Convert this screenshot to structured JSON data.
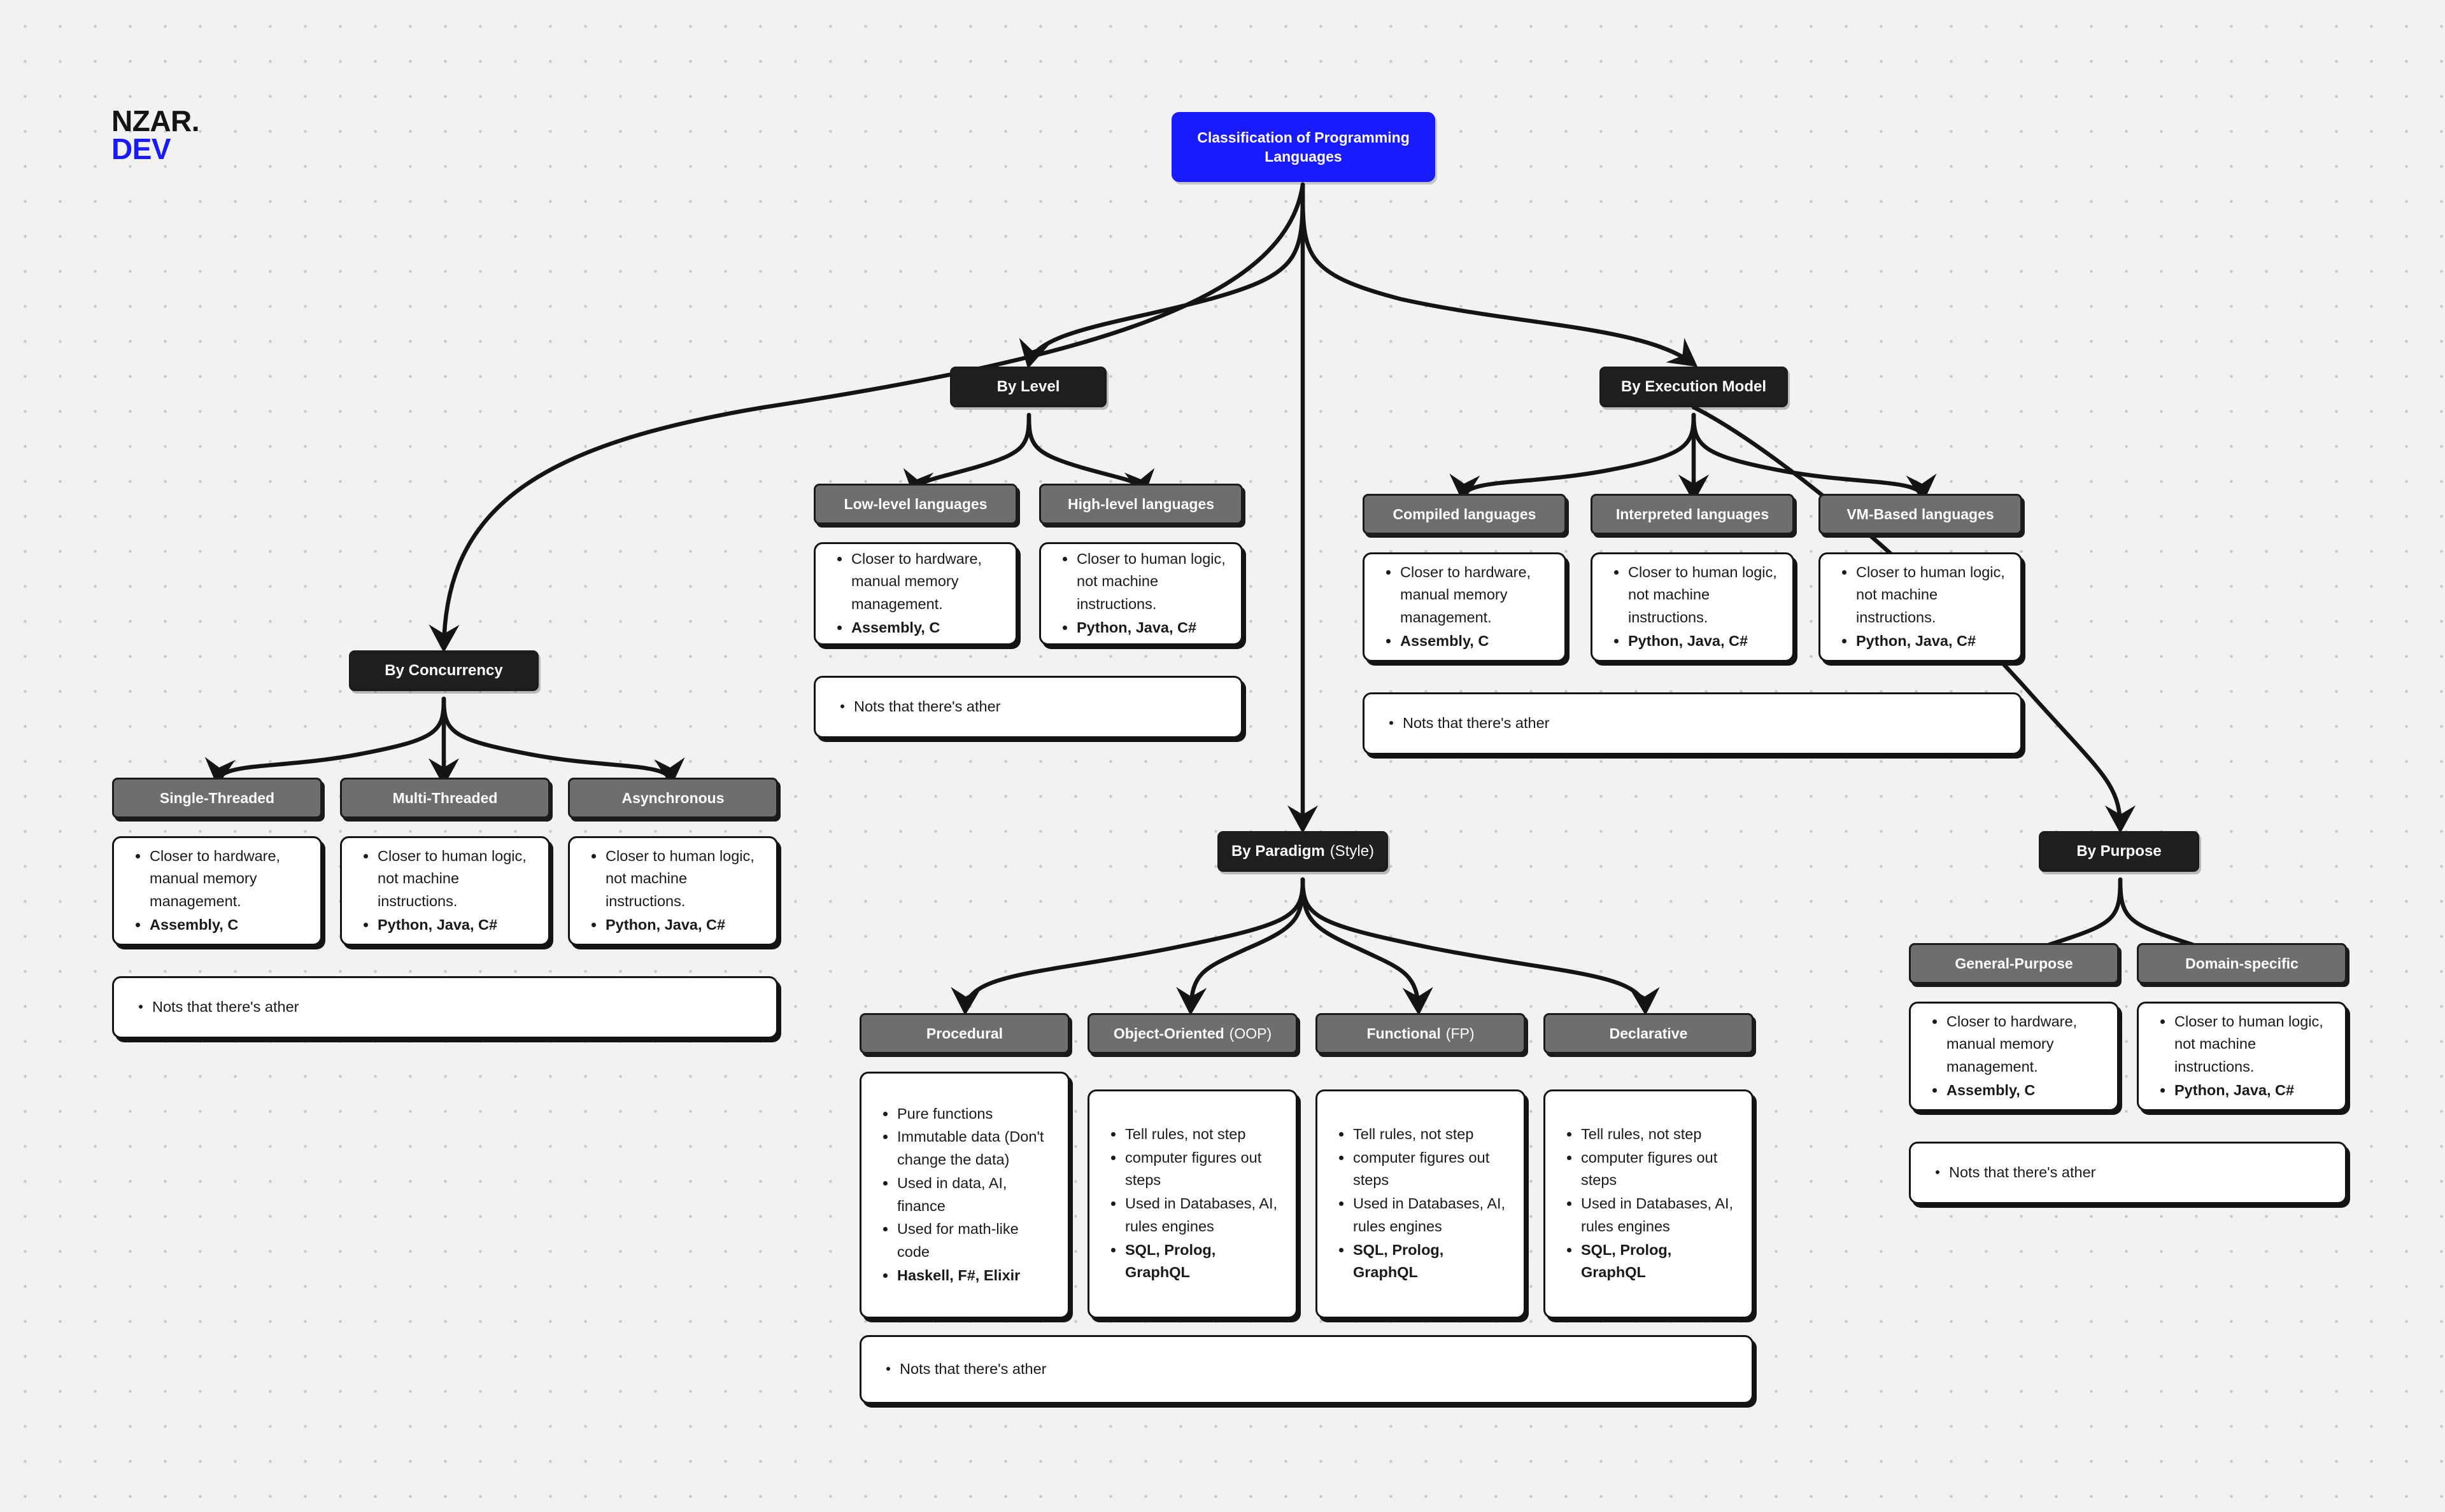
{
  "logo": {
    "line1": "NZAR.",
    "line2": "DEV",
    "accent": "#1a1aff"
  },
  "theme": {
    "background": "#f2f2f2",
    "root_color": "#1a1aff",
    "category_color": "#1f1f1f",
    "sub_color": "#6e6e6e",
    "card_border": "#141414",
    "dot_grid": "#c9c9c9"
  },
  "diagram": {
    "type": "tree",
    "root": {
      "label": "Classification of Programming Languages"
    },
    "branches": [
      {
        "id": "by-concurrency",
        "label": "By Concurrency",
        "children": [
          {
            "label": "Single-Threaded",
            "details": [
              {
                "text": "Closer to hardware, manual memory management.",
                "bold": false
              },
              {
                "text": "Assembly, C",
                "bold": true
              }
            ]
          },
          {
            "label": "Multi-Threaded",
            "details": [
              {
                "text": "Closer to human logic, not machine instructions.",
                "bold": false
              },
              {
                "text": "Python, Java, C#",
                "bold": true
              }
            ]
          },
          {
            "label": "Asynchronous",
            "details": [
              {
                "text": "Closer to human logic, not machine instructions.",
                "bold": false
              },
              {
                "text": "Python, Java, C#",
                "bold": true
              }
            ]
          }
        ],
        "note": "Nots that there's ather"
      },
      {
        "id": "by-level",
        "label": "By Level",
        "children": [
          {
            "label": "Low-level languages",
            "details": [
              {
                "text": "Closer to hardware, manual memory management.",
                "bold": false
              },
              {
                "text": "Assembly, C",
                "bold": true
              }
            ]
          },
          {
            "label": "High-level languages",
            "details": [
              {
                "text": "Closer to human logic, not machine instructions.",
                "bold": false
              },
              {
                "text": "Python, Java, C#",
                "bold": true
              }
            ]
          }
        ],
        "note": "Nots that there's ather"
      },
      {
        "id": "by-execution-model",
        "label": "By Execution Model",
        "children": [
          {
            "label": "Compiled languages",
            "details": [
              {
                "text": "Closer to hardware, manual memory management.",
                "bold": false
              },
              {
                "text": "Assembly, C",
                "bold": true
              }
            ]
          },
          {
            "label": "Interpreted languages",
            "details": [
              {
                "text": "Closer to human logic, not machine instructions.",
                "bold": false
              },
              {
                "text": "Python, Java, C#",
                "bold": true
              }
            ]
          },
          {
            "label": "VM-Based languages",
            "details": [
              {
                "text": "Closer to human logic, not machine instructions.",
                "bold": false
              },
              {
                "text": "Python, Java, C#",
                "bold": true
              }
            ]
          }
        ],
        "note": "Nots that there's ather"
      },
      {
        "id": "by-paradigm",
        "label": "By Paradigm",
        "label_soft": "(Style)",
        "children": [
          {
            "label": "Procedural",
            "details": [
              {
                "text": "Pure functions",
                "bold": false
              },
              {
                "text": "Immutable data (Don't change the data)",
                "bold": false
              },
              {
                "text": "Used in data, AI, finance",
                "bold": false
              },
              {
                "text": "Used for math-like code",
                "bold": false
              },
              {
                "text": "Haskell, F#, Elixir",
                "bold": true
              }
            ]
          },
          {
            "label": "Object-Oriented",
            "label_soft": "(OOP)",
            "details": [
              {
                "text": "Tell rules, not step",
                "bold": false
              },
              {
                "text": "computer figures out steps",
                "bold": false
              },
              {
                "text": "Used in Databases, AI, rules engines",
                "bold": false
              },
              {
                "text": "SQL, Prolog, GraphQL",
                "bold": true
              }
            ]
          },
          {
            "label": "Functional",
            "label_soft": "(FP)",
            "details": [
              {
                "text": "Tell rules, not step",
                "bold": false
              },
              {
                "text": "computer figures out steps",
                "bold": false
              },
              {
                "text": "Used in Databases, AI, rules engines",
                "bold": false
              },
              {
                "text": "SQL, Prolog, GraphQL",
                "bold": true
              }
            ]
          },
          {
            "label": "Declarative",
            "details": [
              {
                "text": "Tell rules, not step",
                "bold": false
              },
              {
                "text": "computer figures out steps",
                "bold": false
              },
              {
                "text": "Used in Databases, AI, rules engines",
                "bold": false
              },
              {
                "text": "SQL, Prolog, GraphQL",
                "bold": true
              }
            ]
          }
        ],
        "note": "Nots that there's ather"
      },
      {
        "id": "by-purpose",
        "label": "By Purpose",
        "children": [
          {
            "label": "General-Purpose",
            "details": [
              {
                "text": "Closer to hardware, manual memory management.",
                "bold": false
              },
              {
                "text": "Assembly, C",
                "bold": true
              }
            ]
          },
          {
            "label": "Domain-specific",
            "details": [
              {
                "text": "Closer to human logic, not machine instructions.",
                "bold": false
              },
              {
                "text": "Python, Java, C#",
                "bold": true
              }
            ]
          }
        ],
        "note": "Nots that there's ather"
      }
    ]
  }
}
